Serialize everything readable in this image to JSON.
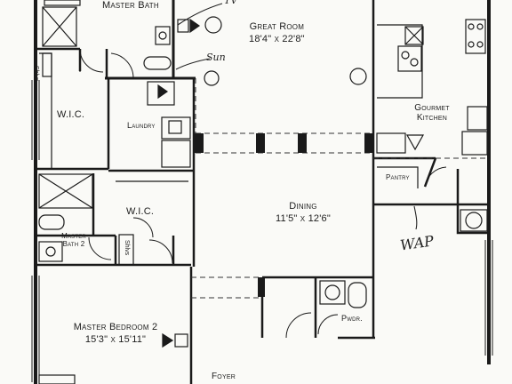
{
  "rooms": {
    "master_bath": {
      "name": "Master Bath"
    },
    "great_room": {
      "name": "Great Room",
      "dims": "18'4\" x 22'8\""
    },
    "wic_1": {
      "name": "W.I.C."
    },
    "laundry": {
      "name": "Laundry"
    },
    "gourmet_kitchen": {
      "name": "Gourmet Kitchen"
    },
    "pantry": {
      "name": "Pantry"
    },
    "wic_2": {
      "name": "W.I.C."
    },
    "dining": {
      "name": "Dining",
      "dims": "11'5\" x 12'6\""
    },
    "master_bath_2": {
      "name": "Master Bath 2"
    },
    "pwdr": {
      "name": "Pwdr."
    },
    "master_bedroom_2": {
      "name": "Master Bedroom 2",
      "dims": "15'3\" x 15'11\""
    },
    "foyer": {
      "name": "Foyer"
    }
  },
  "fixtures": {
    "shelves_label": "Shlvs"
  },
  "annotations": {
    "sun_note": "Sun",
    "tv_note": "TV",
    "wap_note": "WAP"
  },
  "colors": {
    "line": "#1a1a1a",
    "paper": "#fafaf7"
  }
}
